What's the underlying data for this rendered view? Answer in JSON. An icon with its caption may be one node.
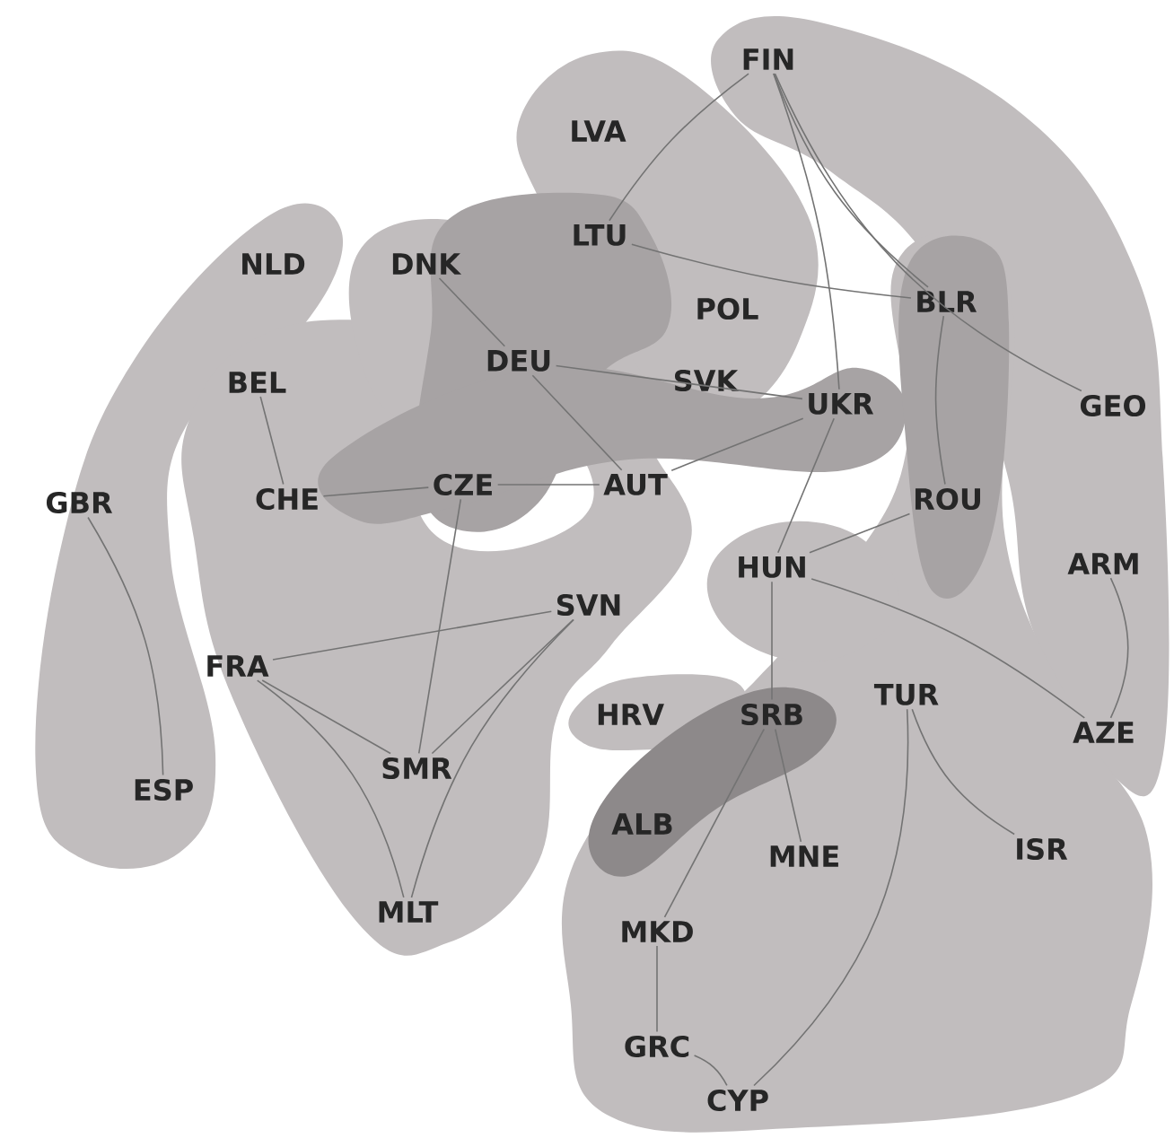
{
  "diagram": {
    "nodes": [
      {
        "text": [
          "FIN"
        ]
      },
      {
        "text": [
          "LVA"
        ]
      },
      {
        "text": [
          "NLD"
        ]
      },
      {
        "text": [
          "DNK"
        ]
      },
      {
        "text": [
          "LTU"
        ]
      },
      {
        "text": [
          "POL"
        ]
      },
      {
        "text": [
          "BLR"
        ]
      },
      {
        "text": [
          "BEL"
        ]
      },
      {
        "text": [
          "DEU"
        ]
      },
      {
        "text": [
          "SVK"
        ]
      },
      {
        "text": [
          "UKR"
        ]
      },
      {
        "text": [
          "GEO"
        ]
      },
      {
        "text": [
          "GBR"
        ]
      },
      {
        "text": [
          "CHE"
        ]
      },
      {
        "text": [
          "CZE"
        ]
      },
      {
        "text": [
          "AUT"
        ]
      },
      {
        "text": [
          "ROU"
        ]
      },
      {
        "text": [
          "HUN"
        ]
      },
      {
        "text": [
          "ARM"
        ]
      },
      {
        "text": [
          "SVN"
        ]
      },
      {
        "text": [
          "FRA"
        ]
      },
      {
        "text": [
          "HRV"
        ]
      },
      {
        "text": [
          "SRB"
        ]
      },
      {
        "text": [
          "TUR"
        ]
      },
      {
        "text": [
          "AZE"
        ]
      },
      {
        "text": [
          "SMR"
        ]
      },
      {
        "text": [
          "ESP"
        ]
      },
      {
        "text": [
          "ALB"
        ]
      },
      {
        "text": [
          "MNE"
        ]
      },
      {
        "text": [
          "ISR"
        ]
      },
      {
        "text": [
          "MLT"
        ]
      },
      {
        "text": [
          "MKD"
        ]
      },
      {
        "text": [
          "GRC"
        ]
      },
      {
        "text": [
          "CYP"
        ]
      }
    ],
    "edges": [
      {
        "from": 0,
        "to": 4,
        "arrow": "none"
      },
      {
        "from": 0,
        "to": 10,
        "arrow": "none"
      },
      {
        "from": 0,
        "to": 6,
        "arrow": "none"
      },
      {
        "from": 0,
        "to": 11,
        "arrow": "none"
      },
      {
        "from": 12,
        "to": 26,
        "arrow": "none"
      },
      {
        "from": 7,
        "to": 13,
        "arrow": "none"
      },
      {
        "from": 13,
        "to": 14,
        "arrow": "none"
      },
      {
        "from": 3,
        "to": 8,
        "arrow": "none"
      },
      {
        "from": 4,
        "to": 6,
        "arrow": "none"
      },
      {
        "from": 8,
        "to": 10,
        "arrow": "none"
      },
      {
        "from": 15,
        "to": 10,
        "arrow": "none"
      },
      {
        "from": 6,
        "to": 16,
        "arrow": "none"
      },
      {
        "from": 16,
        "to": 17,
        "arrow": "none"
      },
      {
        "from": 10,
        "to": 17,
        "arrow": "none"
      },
      {
        "from": 18,
        "to": 24,
        "arrow": "none"
      },
      {
        "from": 17,
        "to": 24,
        "arrow": "none"
      },
      {
        "from": 17,
        "to": 22,
        "arrow": "none"
      },
      {
        "from": 22,
        "to": 28,
        "arrow": "none"
      },
      {
        "from": 22,
        "to": 31,
        "arrow": "none"
      },
      {
        "from": 31,
        "to": 32,
        "arrow": "none"
      },
      {
        "from": 32,
        "to": 33,
        "arrow": "none"
      },
      {
        "from": 23,
        "to": 33,
        "arrow": "none"
      },
      {
        "from": 23,
        "to": 29,
        "arrow": "none"
      },
      {
        "from": 20,
        "to": 25,
        "arrow": "none"
      },
      {
        "from": 20,
        "to": 19,
        "arrow": "none"
      },
      {
        "from": 25,
        "to": 19,
        "arrow": "none"
      },
      {
        "from": 25,
        "to": 14,
        "arrow": "none"
      },
      {
        "from": 20,
        "to": 30,
        "arrow": "none"
      },
      {
        "from": 30,
        "to": 19,
        "arrow": "none"
      },
      {
        "from": 14,
        "to": 15,
        "arrow": "none"
      },
      {
        "from": 8,
        "to": 15,
        "arrow": "none"
      }
    ]
  }
}
